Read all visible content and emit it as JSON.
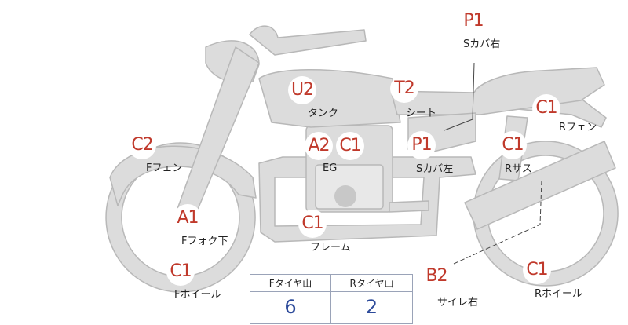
{
  "colors": {
    "body_fill": "#dcdcdc",
    "body_stroke": "#b8b8b8",
    "rating_text": "#c0392b",
    "tread_value": "#2c4a9a"
  },
  "parts": {
    "side_cover_right": {
      "rating": "P1",
      "label": "Sカバ右"
    },
    "tank": {
      "rating": "U2",
      "label": "タンク"
    },
    "seat": {
      "rating": "T2",
      "label": "シート"
    },
    "rear_fender": {
      "rating": "C1",
      "label": "Rフェン"
    },
    "front_fender": {
      "rating": "C2",
      "label": "Fフェン"
    },
    "engine": {
      "rating_a": "A2",
      "rating_b": "C1",
      "label": "EG"
    },
    "side_cover_left": {
      "rating": "P1",
      "label": "Sカバ左"
    },
    "rear_suspension": {
      "rating": "C1",
      "label": "Rサス"
    },
    "front_fork_lower": {
      "rating": "A1",
      "label": "Fフォク下"
    },
    "frame": {
      "rating": "C1",
      "label": "フレーム"
    },
    "front_wheel": {
      "rating": "C1",
      "label": "Fホイール"
    },
    "muffler_right": {
      "rating": "B2",
      "label": "サイレ右"
    },
    "rear_wheel": {
      "rating": "C1",
      "label": "Rホイール"
    }
  },
  "tire_table": {
    "front_header": "Fタイヤ山",
    "rear_header": "Rタイヤ山",
    "front_value": "6",
    "rear_value": "2"
  }
}
